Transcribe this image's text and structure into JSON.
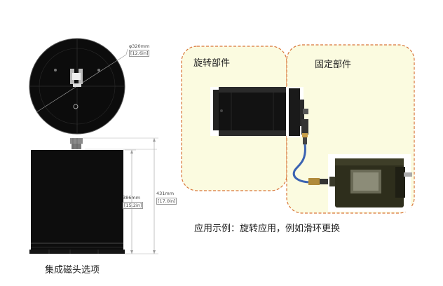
{
  "top_view": {
    "diameter_mm": "φ320mm",
    "diameter_in": "[12.6in]"
  },
  "side_view": {
    "height_mm": "386mm",
    "height_in": "[15.2in]",
    "total_height_mm": "431mm",
    "total_height_in": "[17.0in]"
  },
  "caption_left": "集成磁头选项",
  "panel_rotating": {
    "label": "旋转部件"
  },
  "panel_fixed": {
    "label": "固定部件"
  },
  "caption_right": "应用示例：旋转应用，例如滑环更换",
  "colors": {
    "panel_fill": "#fbfbe0",
    "panel_border": "#d9763a",
    "device_body": "#111111"
  }
}
